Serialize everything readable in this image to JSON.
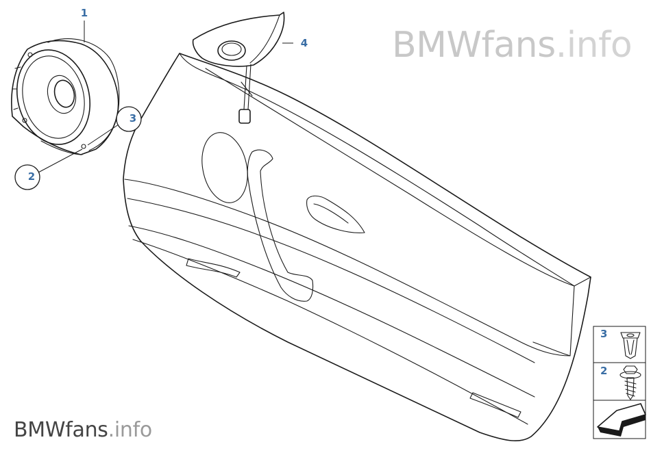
{
  "watermark": {
    "brand": "BMWfans",
    "suffix": ".info"
  },
  "callouts": [
    {
      "id": "1",
      "label": "1",
      "part": "loudspeaker"
    },
    {
      "id": "2",
      "label": "2",
      "part": "screw"
    },
    {
      "id": "3",
      "label": "3",
      "part": "expanding-nut"
    },
    {
      "id": "4",
      "label": "4",
      "part": "tweeter"
    }
  ],
  "legend": [
    {
      "label": "3",
      "icon": "expanding-nut-icon"
    },
    {
      "label": "2",
      "icon": "screw-icon"
    },
    {
      "label": "",
      "icon": "arrow-icon"
    }
  ],
  "colors": {
    "callout": "#3a6ea5",
    "line": "#1a1a1a",
    "watermark": "#c8c8c8"
  }
}
